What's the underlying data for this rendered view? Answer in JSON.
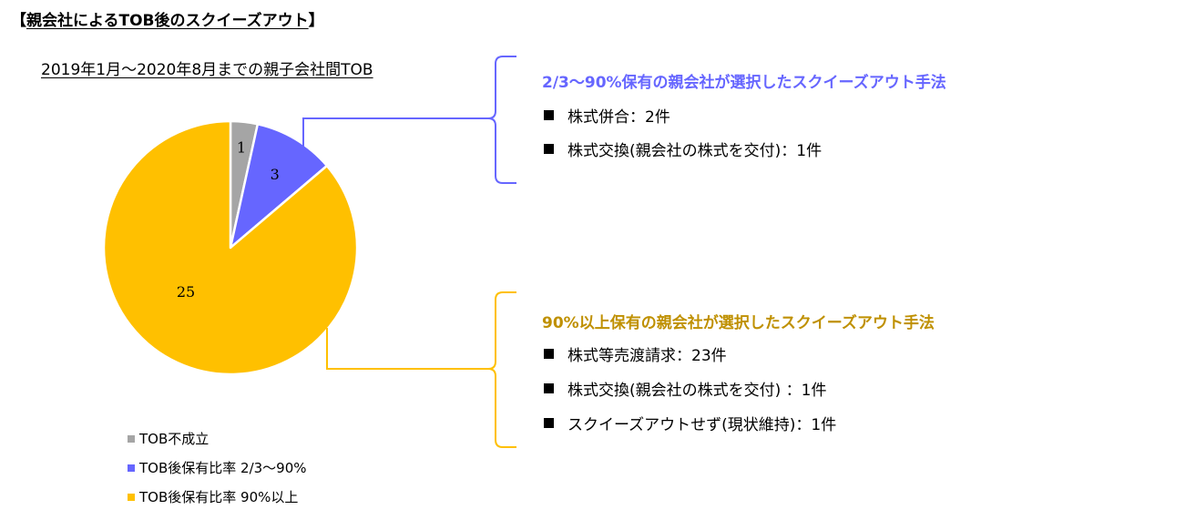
{
  "header": {
    "title_open": "【",
    "title_text": "親会社によるTOB後のスクイーズアウト",
    "title_close": "】"
  },
  "chart_data": {
    "type": "pie",
    "title": "2019年1月～2020年8月までの親子会社間TOB",
    "start_angle_deg": 0,
    "direction": "clockwise",
    "slices": [
      {
        "label": "TOB不成立",
        "value": 1,
        "color": "#A5A5A5"
      },
      {
        "label": "TOB後保有比率 2/3～90%",
        "value": 3,
        "color": "#6666FF"
      },
      {
        "label": "TOB後保有比率 90%以上",
        "value": 25,
        "color": "#FFC000"
      }
    ],
    "data_labels": [
      "1",
      "3",
      "25"
    ],
    "legend_position": "bottom-left"
  },
  "panels": [
    {
      "heading": "2/3～90%保有の親会社が選択したスクイーズアウト手法",
      "heading_color": "#6666FF",
      "bracket_color": "#6666FF",
      "items": [
        "株式併合：2件",
        "株式交換(親会社の株式を交付)：1件"
      ]
    },
    {
      "heading": "90%以上保有の親会社が選択したスクイーズアウト手法",
      "heading_color": "#BF9000",
      "bracket_color": "#FFC000",
      "items": [
        "株式等売渡請求：23件",
        "株式交換(親会社の株式を交付) ：1件",
        "スクイーズアウトせず(現状維持)：1件"
      ]
    }
  ]
}
